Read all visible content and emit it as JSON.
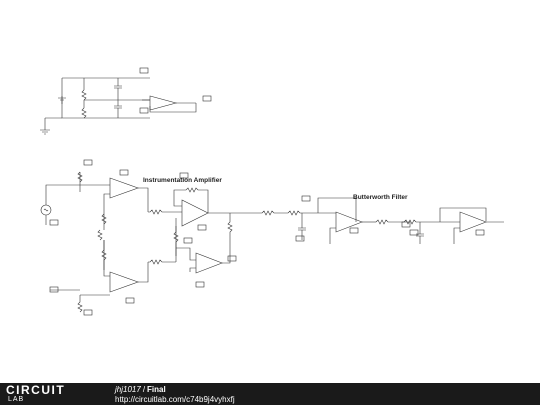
{
  "diagram": {
    "section_labels": {
      "instrumentation": "Instrumentation Amplifier",
      "butterworth": "Butterworth Filter"
    }
  },
  "footer": {
    "logo_top": "CIRCUIT",
    "logo_bottom": "LAB",
    "author": "jhj1017",
    "separator": "/",
    "title": "Final",
    "url": "http://circuitlab.com/c74b9j4vyhxfj"
  },
  "colors": {
    "wire": "#333333",
    "footer_bg": "#1a1a1a"
  }
}
